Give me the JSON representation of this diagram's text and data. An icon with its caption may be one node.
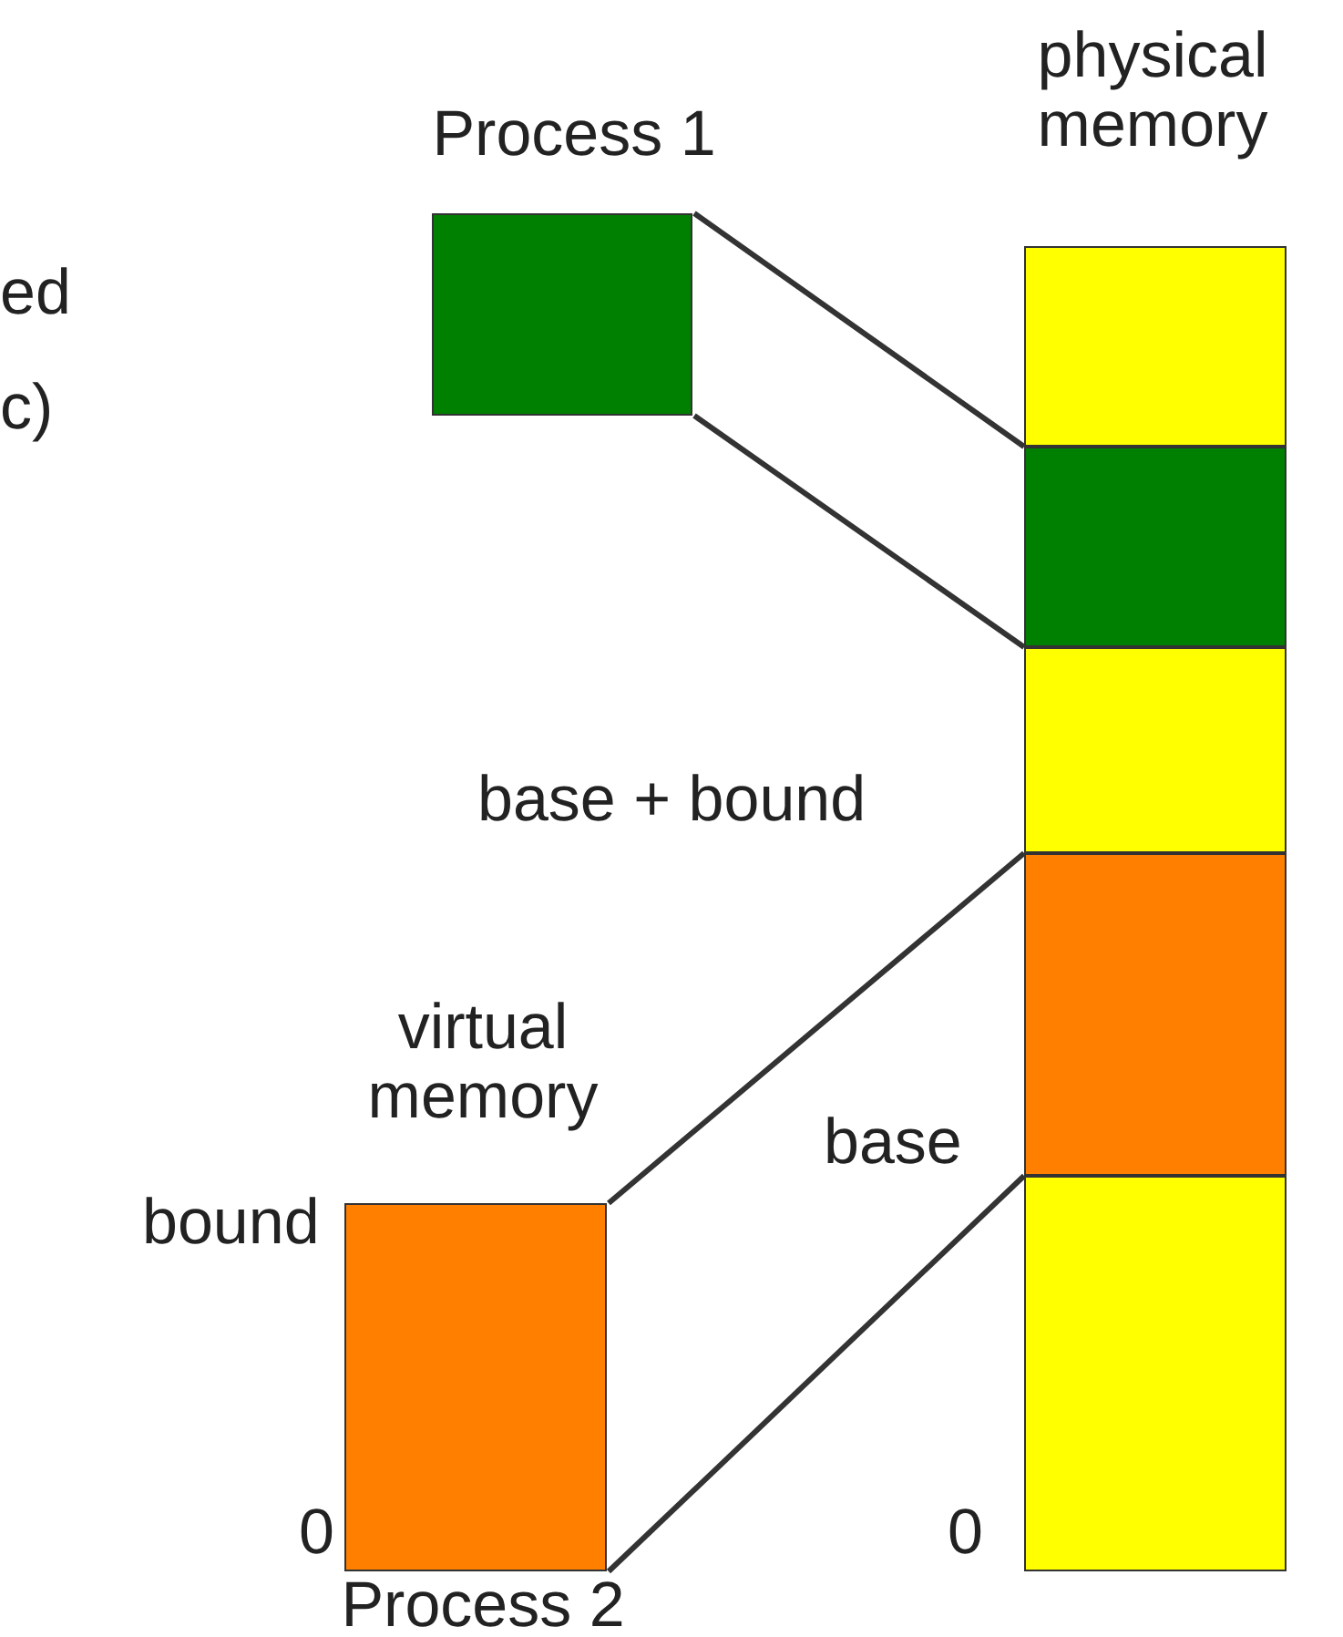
{
  "diagram": {
    "nodes": [
      {
        "text": [
          "Process 1"
        ]
      },
      {
        "text": [
          "physical memory"
        ]
      },
      {
        "text": [],
        "shape": "box",
        "in": 1
      },
      {
        "text": [],
        "shape": "box",
        "in": 1
      },
      {
        "text": [],
        "shape": "box",
        "in": 1
      },
      {
        "text": [],
        "shape": "box",
        "in": 1
      },
      {
        "text": [],
        "shape": "box",
        "in": 1,
        "beside": [
          "0"
        ]
      },
      {
        "text": [
          "virtual memory",
          "Process 2"
        ],
        "beside": [
          "bound",
          "0"
        ]
      }
    ],
    "edges": [
      {
        "from": 0,
        "to": 3,
        "arrow": "none"
      },
      {
        "from": 0,
        "to": 3,
        "arrow": "none"
      },
      {
        "from": 7,
        "to": 5,
        "arrow": "none"
      },
      {
        "from": 7,
        "to": 5,
        "arrow": "none"
      }
    ],
    "labels": [
      "ed",
      "c)",
      "base + bound",
      "base"
    ]
  }
}
